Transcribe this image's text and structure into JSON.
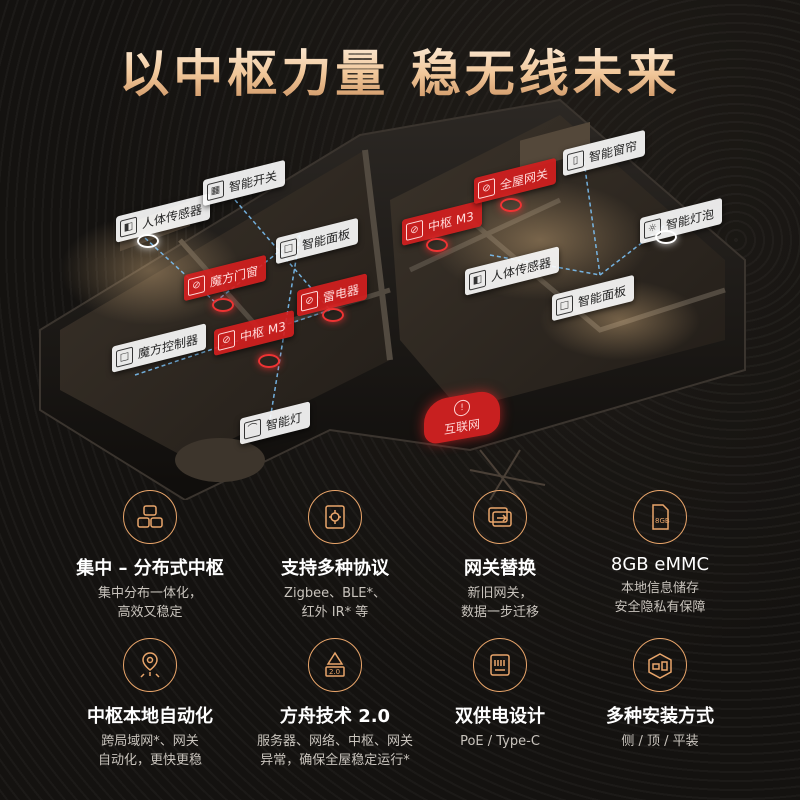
{
  "headline": "以中枢力量 稳无线未来",
  "colors": {
    "accent": "#e9a56a",
    "alert": "#d21e1e",
    "background": "#141210"
  },
  "tags": {
    "body_sensor_left": "人体传感器",
    "smart_switch": "智能开关",
    "smart_panel_left": "智能面板",
    "magic_controller": "魔方控制器",
    "door_sensor": "魔方门窗",
    "hub_m3_left": "中枢 M3",
    "radar": "雷电器",
    "smart_light": "智能灯",
    "hub_m3_center": "中枢 M3",
    "gateway": "全屋网关",
    "curtain": "智能窗帘",
    "body_sensor_right": "人体传感器",
    "smart_panel_right": "智能面板",
    "smart_bulb": "智能灯泡",
    "internet": "互联网"
  },
  "features": [
    {
      "icon": "distributed-hub-icon",
      "title": "集中 – 分布式中枢",
      "desc1": "集中分布一体化，",
      "desc2": "高效又稳定"
    },
    {
      "icon": "protocol-icon",
      "title": "支持多种协议",
      "desc1": "Zigbee、BLE*、",
      "desc2": "红外 IR* 等"
    },
    {
      "icon": "gateway-replace-icon",
      "title": "网关替换",
      "desc1": "新旧网关，",
      "desc2": "数据一步迁移"
    },
    {
      "icon": "storage-chip-icon",
      "title": "8GB eMMC",
      "desc1": "本地信息储存",
      "desc2": "安全隐私有保障",
      "chip_label": "8GB"
    },
    {
      "icon": "local-automation-icon",
      "title": "中枢本地自动化",
      "desc1": "跨局域网*、网关",
      "desc2": "自动化，更快更稳"
    },
    {
      "icon": "ark-tech-icon",
      "title": "方舟技术 2.0",
      "desc1": "服务器、网络、中枢、网关",
      "desc2": "异常，确保全屋稳定运行*",
      "badge": "2.0"
    },
    {
      "icon": "dual-power-icon",
      "title": "双供电设计",
      "desc1": "PoE / Type-C",
      "desc2": ""
    },
    {
      "icon": "mounting-icon",
      "title": "多种安装方式",
      "desc1": "侧 / 顶 / 平装",
      "desc2": ""
    }
  ]
}
